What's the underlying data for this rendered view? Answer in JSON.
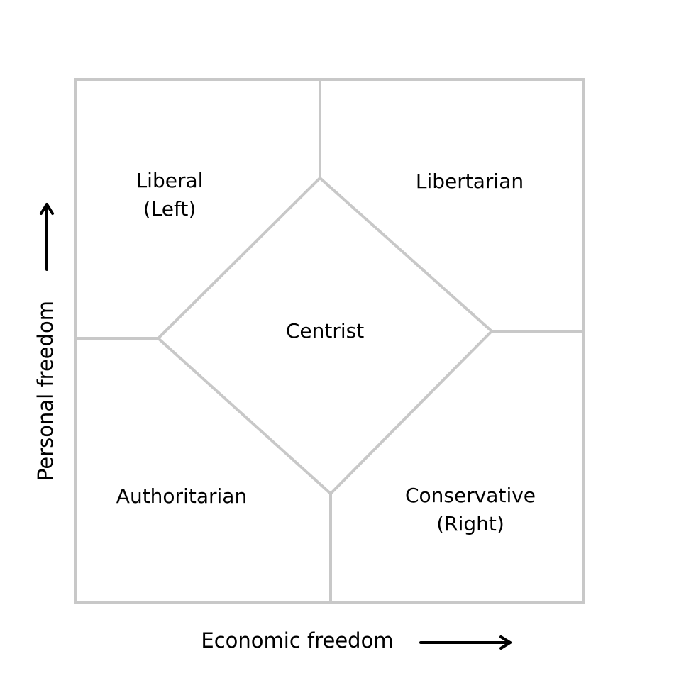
{
  "regions": {
    "liberal": {
      "line1": "Liberal",
      "line2": "(Left)"
    },
    "libertarian": {
      "label": "Libertarian"
    },
    "centrist": {
      "label": "Centrist"
    },
    "authoritarian": {
      "label": "Authoritarian"
    },
    "conservative": {
      "line1": "Conservative",
      "line2": "(Right)"
    }
  },
  "axes": {
    "x_label": "Economic freedom",
    "y_label": "Personal freedom"
  },
  "colors": {
    "lines": "#c8c8c8",
    "text": "#000000",
    "arrows": "#000000",
    "background": "#ffffff"
  }
}
